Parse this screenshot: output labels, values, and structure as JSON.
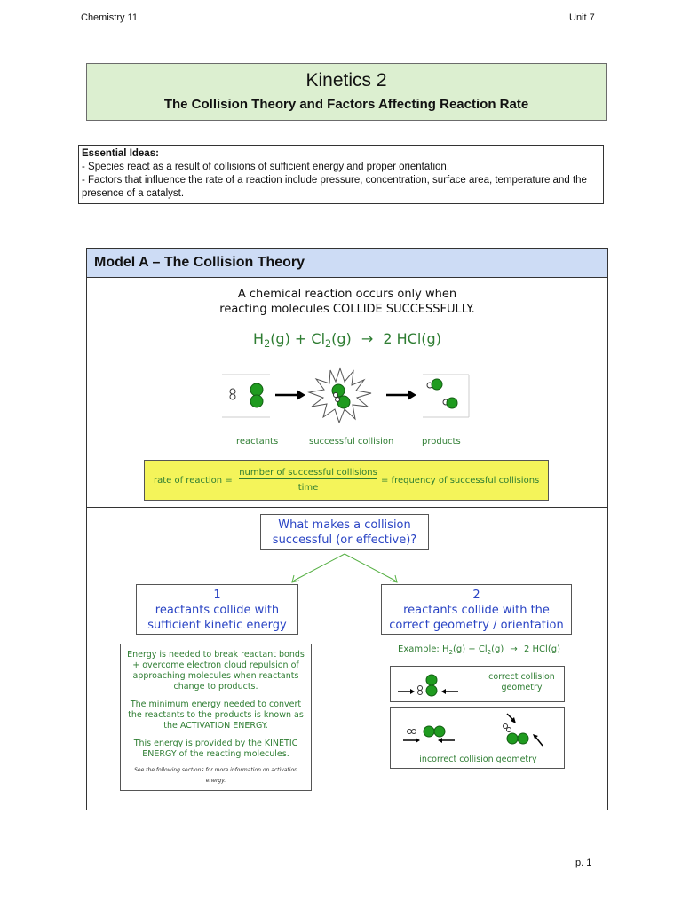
{
  "header": {
    "course": "Chemistry 11",
    "unit": "Unit 7"
  },
  "title": {
    "main": "Kinetics 2",
    "subtitle": "The Collision Theory and Factors Affecting Reaction Rate"
  },
  "essential_ideas": {
    "heading": "Essential Ideas:",
    "line1": "- Species react as a result of collisions of sufficient energy and proper orientation.",
    "line2": "- Factors that influence the rate of a reaction include pressure, concentration, surface area, temperature and the presence of a catalyst."
  },
  "model_a": {
    "heading": "Model A – The Collision Theory",
    "intro_line1": "A chemical reaction occurs only when",
    "intro_line2": "reacting molecules COLLIDE SUCCESSFULLY.",
    "equation": {
      "h2": "H",
      "h2_sub": "2",
      "h2_state": "(g) + Cl",
      "cl2_sub": "2",
      "cl2_state": "(g)",
      "arrow": "→",
      "product": "2 HCl(g)"
    },
    "labels": {
      "reactants": "reactants",
      "collision": "successful collision",
      "products": "products"
    },
    "rate": {
      "left": "rate of reaction =",
      "numerator": "number of successful collisions",
      "denominator": "time",
      "right": "= frequency of successful collisions"
    },
    "question_line1": "What makes a collision",
    "question_line2": "successful (or effective)?",
    "factor1": {
      "num": "1",
      "line1": "reactants collide with",
      "line2": "sufficient kinetic energy"
    },
    "factor2": {
      "num": "2",
      "line1": "reactants collide with the",
      "line2": "correct geometry / orientation"
    },
    "energy_box": {
      "p1": "Energy is needed to break reactant bonds + overcome electron cloud repulsion of approaching molecules when reactants change to products.",
      "p2": "The minimum energy needed to convert the reactants to the products is known as the ACTIVATION ENERGY.",
      "p3": "This energy is provided by the KINETIC ENERGY of the reacting molecules.",
      "note": "See the following sections for more information on activation energy."
    },
    "example": {
      "label": "Example:",
      "h": "H",
      "sub2": "2",
      "mid": "(g) + Cl",
      "sub3": "2",
      "end": "(g)",
      "arrow": "→",
      "product": "2 HCl(g)"
    },
    "correct_label_1": "correct collision",
    "correct_label_2": "geometry",
    "incorrect_label": "incorrect collision geometry"
  },
  "footer": {
    "page": "p. 1"
  }
}
